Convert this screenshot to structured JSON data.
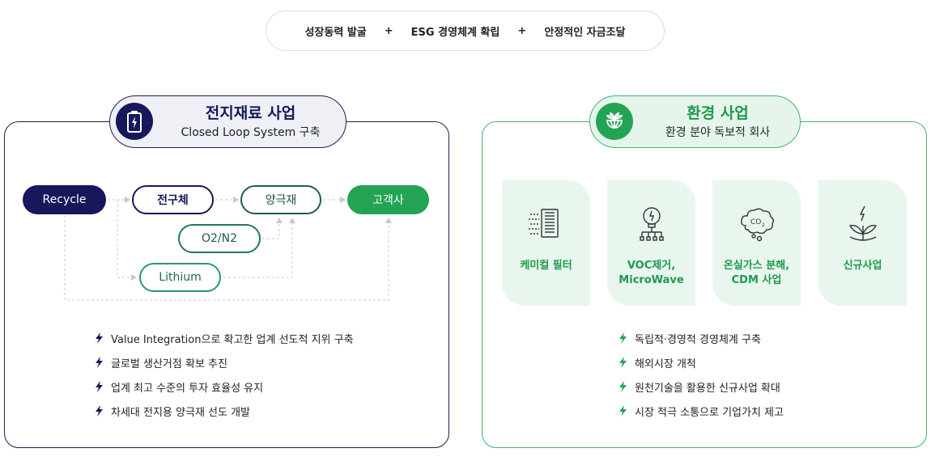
{
  "top_pill": {
    "items": [
      "성장동력 발굴",
      "ESG 경영체계 확립",
      "안정적인 자금조달"
    ],
    "separator": "+"
  },
  "battery": {
    "title": "전지재료 사업",
    "subtitle": "Closed Loop System 구축",
    "icon": "battery-icon",
    "flow": {
      "recycle": "Recycle",
      "precursor": "전구체",
      "cathode": "양극재",
      "customer": "고객사",
      "o2n2": "O2/N2",
      "lithium": "Lithium"
    },
    "bullets": [
      "Value Integration으로 확고한 업계 선도적 지위 구축",
      "글로벌 생산거점 확보 추진",
      "업계 최고 수준의 투자 효율성 유지",
      "차세대 전지용 양극재 선도 개발"
    ]
  },
  "environment": {
    "title": "환경 사업",
    "subtitle": "환경 분야 독보적 회사",
    "icon": "globe-leaf-icon",
    "cards": [
      {
        "line1": "케미컬 필터",
        "line2": "",
        "icon": "filter-icon"
      },
      {
        "line1": "VOC제거,",
        "line2": "MicroWave",
        "icon": "bulb-circuit-icon"
      },
      {
        "line1": "온실가스 분해,",
        "line2": "CDM 사업",
        "icon": "co2-cloud-icon"
      },
      {
        "line1": "신규사업",
        "line2": "",
        "icon": "sprout-icon"
      }
    ],
    "bullets": [
      "독립적·경영적 경영체계 구축",
      "해외시장 개척",
      "원천기술을 활용한 신규사업 확대",
      "시장 적극 소통으로 기업가치 제고"
    ]
  },
  "colors": {
    "navy": "#16185b",
    "green": "#22a454",
    "teal": "#1f5a56",
    "card_bg": "#e8f6ee",
    "bolt_navy": "#16185b",
    "bolt_green": "#22a454"
  }
}
